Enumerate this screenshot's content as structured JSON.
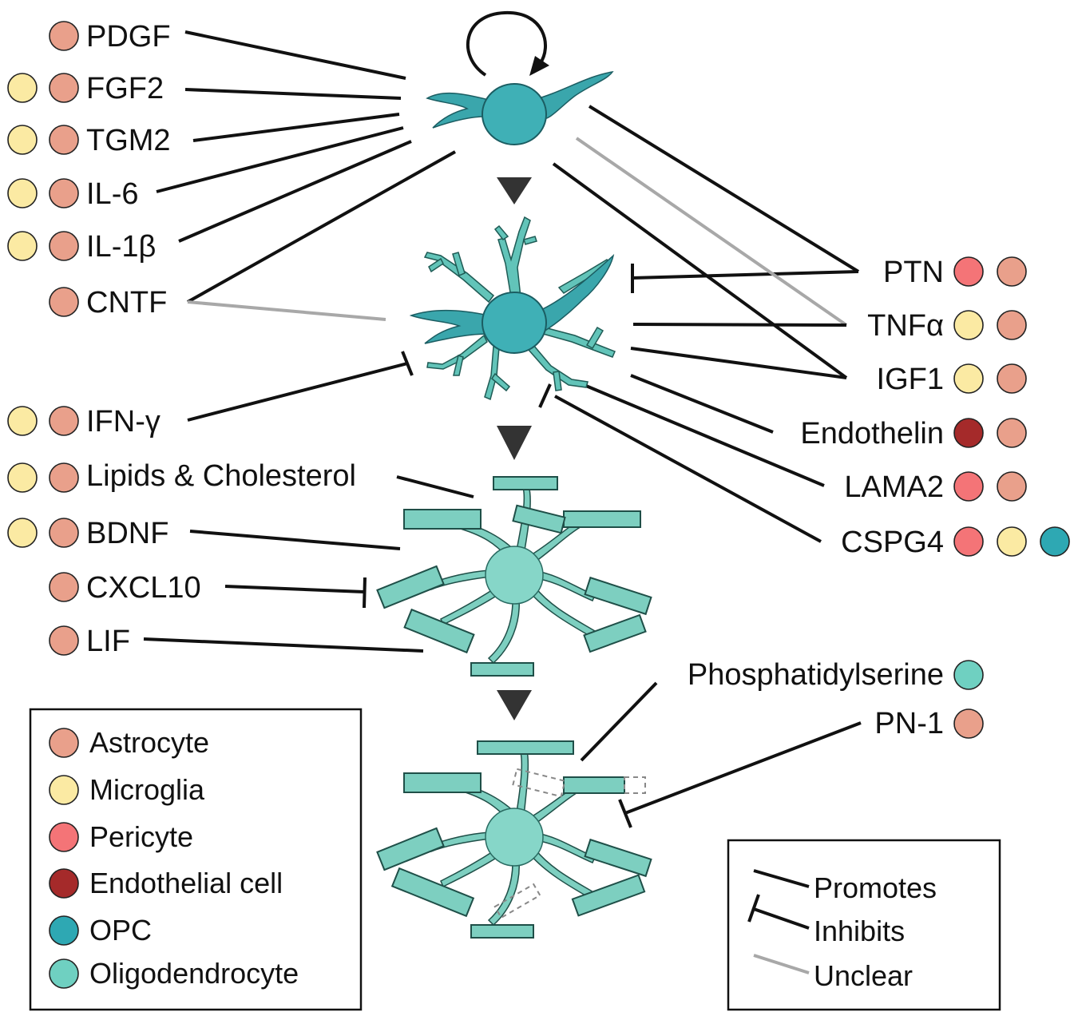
{
  "colors": {
    "Astrocyte": "#e9a08b",
    "Microglia": "#fbeaa3",
    "Pericyte": "#f47477",
    "Endothelial cell": "#a52a2a",
    "OPC": "#2ea8b3",
    "Oligodendrocyte": "#6fd0c1",
    "promote_line": "#111111",
    "unclear_line": "#a8a8a8"
  },
  "left_factors": [
    {
      "label": "PDGF",
      "sources": [
        "Astrocyte"
      ]
    },
    {
      "label": "FGF2",
      "sources": [
        "Microglia",
        "Astrocyte"
      ]
    },
    {
      "label": "TGM2",
      "sources": [
        "Microglia",
        "Astrocyte"
      ]
    },
    {
      "label": "IL-6",
      "sources": [
        "Microglia",
        "Astrocyte"
      ]
    },
    {
      "label": "IL-1β",
      "sources": [
        "Microglia",
        "Astrocyte"
      ]
    },
    {
      "label": "CNTF",
      "sources": [
        "Astrocyte"
      ]
    },
    {
      "label": "IFN-γ",
      "sources": [
        "Microglia",
        "Astrocyte"
      ]
    },
    {
      "label": "Lipids & Cholesterol",
      "sources": [
        "Microglia",
        "Astrocyte"
      ]
    },
    {
      "label": "BDNF",
      "sources": [
        "Microglia",
        "Astrocyte"
      ]
    },
    {
      "label": "CXCL10",
      "sources": [
        "Astrocyte"
      ]
    },
    {
      "label": "LIF",
      "sources": [
        "Astrocyte"
      ]
    }
  ],
  "right_factors": [
    {
      "label": "PTN",
      "sources": [
        "Pericyte",
        "Astrocyte"
      ]
    },
    {
      "label": "TNFα",
      "sources": [
        "Microglia",
        "Astrocyte"
      ]
    },
    {
      "label": "IGF1",
      "sources": [
        "Microglia",
        "Astrocyte"
      ]
    },
    {
      "label": "Endothelin",
      "sources": [
        "Endothelial cell",
        "Astrocyte"
      ]
    },
    {
      "label": "LAMA2",
      "sources": [
        "Pericyte",
        "Astrocyte"
      ]
    },
    {
      "label": "CSPG4",
      "sources": [
        "Pericyte",
        "Microglia",
        "OPC"
      ]
    },
    {
      "label": "Phosphatidylserine",
      "sources": [
        "Oligodendrocyte"
      ]
    },
    {
      "label": "PN-1",
      "sources": [
        "Astrocyte"
      ]
    }
  ],
  "interactions": [
    {
      "from": "PDGF",
      "to": "OPC",
      "effect": "promotes"
    },
    {
      "from": "FGF2",
      "to": "OPC",
      "effect": "promotes"
    },
    {
      "from": "TGM2",
      "to": "OPC",
      "effect": "promotes"
    },
    {
      "from": "IL-6",
      "to": "OPC",
      "effect": "promotes"
    },
    {
      "from": "IL-1β",
      "to": "OPC",
      "effect": "promotes"
    },
    {
      "from": "CNTF",
      "to": "OPC",
      "effect": "promotes"
    },
    {
      "from": "CNTF",
      "to": "Pre-oligodendrocyte",
      "effect": "unclear"
    },
    {
      "from": "IFN-γ",
      "to": "Pre-oligodendrocyte",
      "effect": "inhibits"
    },
    {
      "from": "Lipids & Cholesterol",
      "to": "Oligodendrocyte",
      "effect": "promotes"
    },
    {
      "from": "BDNF",
      "to": "Oligodendrocyte",
      "effect": "promotes"
    },
    {
      "from": "CXCL10",
      "to": "Oligodendrocyte",
      "effect": "inhibits"
    },
    {
      "from": "LIF",
      "to": "Oligodendrocyte",
      "effect": "promotes"
    },
    {
      "from": "PTN",
      "to": "OPC",
      "effect": "promotes"
    },
    {
      "from": "PTN",
      "to": "Pre-oligodendrocyte",
      "effect": "inhibits"
    },
    {
      "from": "TNFα",
      "to": "OPC",
      "effect": "unclear"
    },
    {
      "from": "TNFα",
      "to": "Pre-oligodendrocyte",
      "effect": "promotes"
    },
    {
      "from": "IGF1",
      "to": "OPC",
      "effect": "promotes"
    },
    {
      "from": "IGF1",
      "to": "Pre-oligodendrocyte",
      "effect": "promotes"
    },
    {
      "from": "Endothelin",
      "to": "Pre-oligodendrocyte",
      "effect": "promotes"
    },
    {
      "from": "LAMA2",
      "to": "Pre-oligodendrocyte",
      "effect": "promotes"
    },
    {
      "from": "CSPG4",
      "to": "Pre-oligodendrocyte",
      "effect": "inhibits"
    },
    {
      "from": "Phosphatidylserine",
      "to": "Myelinating oligodendrocyte",
      "effect": "promotes"
    },
    {
      "from": "PN-1",
      "to": "Myelinating oligodendrocyte",
      "effect": "inhibits"
    }
  ],
  "cell_legend": [
    {
      "label": "Astrocyte"
    },
    {
      "label": "Microglia"
    },
    {
      "label": "Pericyte"
    },
    {
      "label": "Endothelial cell"
    },
    {
      "label": "OPC"
    },
    {
      "label": "Oligodendrocyte"
    }
  ],
  "effect_legend": {
    "promotes": "Promotes",
    "inhibits": "Inhibits",
    "unclear": "Unclear"
  }
}
